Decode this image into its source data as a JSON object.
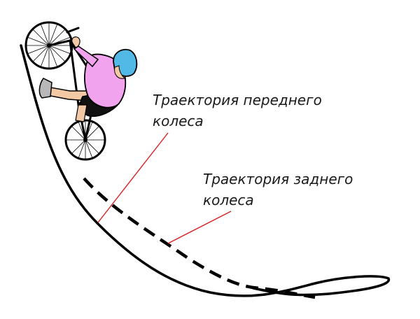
{
  "labels": {
    "front_wheel_line1": "Траектория переднего",
    "front_wheel_line2": "колеса",
    "rear_wheel_line1": "Траектория заднего",
    "rear_wheel_line2": "колеса"
  },
  "colors": {
    "trajectory": "#000000",
    "leader_line": "#d62020",
    "rider_shirt": "#f2a3ee",
    "helmet": "#52b9e6",
    "skin": "#f3c9a5",
    "shorts": "#111111",
    "shoe": "#b8b8b8"
  }
}
